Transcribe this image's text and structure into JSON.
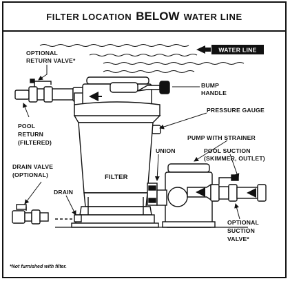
{
  "title": {
    "prefix": "FILTER LOCATION",
    "emphasis": "BELOW",
    "suffix": "WATER LINE"
  },
  "water_line_label": "WATER LINE",
  "labels": {
    "optional_return_valve_1": "OPTIONAL",
    "optional_return_valve_2": "RETURN VALVE*",
    "bump_handle_1": "BUMP",
    "bump_handle_2": "HANDLE",
    "pressure_gauge": "PRESSURE GAUGE",
    "pool_return_1": "POOL",
    "pool_return_2": "RETURN",
    "pool_return_3": "(FILTERED)",
    "pump_with_strainer": "PUMP WITH STRAINER",
    "union": "UNION",
    "pool_suction_1": "POOL SUCTION",
    "pool_suction_2": "(SKIMMER, OUTLET)",
    "drain_valve_1": "DRAIN VALVE",
    "drain_valve_2": "(OPTIONAL)",
    "filter": "FILTER",
    "drain": "DRAIN",
    "optional_suction_valve_1": "OPTIONAL",
    "optional_suction_valve_2": "SUCTION",
    "optional_suction_valve_3": "VALVE*"
  },
  "footnote": "*Not furnished with filter.",
  "colors": {
    "ink": "#111111",
    "paper": "#ffffff"
  }
}
